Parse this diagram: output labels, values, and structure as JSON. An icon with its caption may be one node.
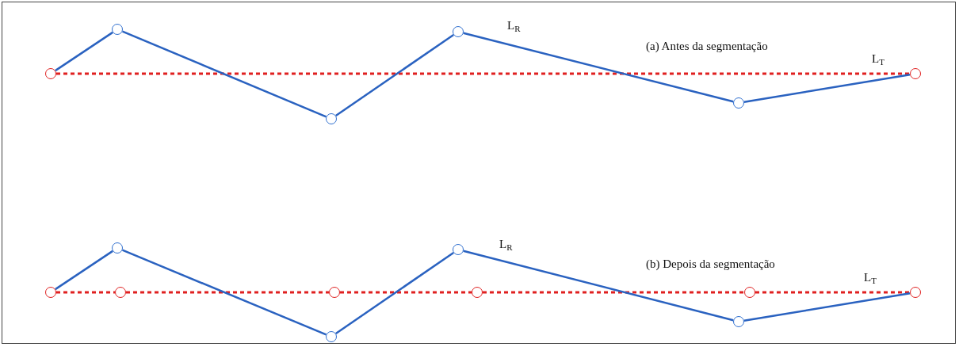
{
  "diagram": {
    "nodes": [
      {
        "text": [],
        "shape": "circle"
      },
      {
        "text": [],
        "shape": "circle"
      },
      {
        "text": [],
        "shape": "circle"
      },
      {
        "text": [],
        "shape": "circle"
      },
      {
        "text": [],
        "shape": "circle"
      },
      {
        "text": [],
        "shape": "circle"
      },
      {
        "text": [],
        "shape": "circle"
      },
      {
        "text": [],
        "shape": "circle"
      },
      {
        "text": [],
        "shape": "circle"
      },
      {
        "text": [],
        "shape": "circle"
      },
      {
        "text": [],
        "shape": "circle"
      },
      {
        "text": [],
        "shape": "circle"
      },
      {
        "text": [],
        "shape": "circle"
      },
      {
        "text": [],
        "shape": "circle"
      },
      {
        "text": [],
        "shape": "circle"
      },
      {
        "text": [],
        "shape": "circle"
      }
    ],
    "edges": [
      {
        "from": 0,
        "to": 5,
        "arrow": "none",
        "style": "dashed",
        "color": "#e02020"
      },
      {
        "from": 0,
        "to": 1,
        "arrow": "none"
      },
      {
        "from": 1,
        "to": 2,
        "arrow": "none"
      },
      {
        "from": 2,
        "to": 3,
        "arrow": "none"
      },
      {
        "from": 3,
        "to": 4,
        "arrow": "none"
      },
      {
        "from": 4,
        "to": 5,
        "arrow": "none"
      },
      {
        "from": 6,
        "to": 8,
        "arrow": "none",
        "style": "dashed",
        "color": "#e02020"
      },
      {
        "from": 8,
        "to": 10,
        "arrow": "none",
        "style": "dashed",
        "color": "#e02020"
      },
      {
        "from": 10,
        "to": 12,
        "arrow": "none",
        "style": "dashed",
        "color": "#e02020"
      },
      {
        "from": 12,
        "to": 14,
        "arrow": "none",
        "style": "dashed",
        "color": "#e02020"
      },
      {
        "from": 14,
        "to": 15,
        "arrow": "none",
        "style": "dashed",
        "color": "#e02020"
      },
      {
        "from": 6,
        "to": 7,
        "arrow": "none"
      },
      {
        "from": 7,
        "to": 9,
        "arrow": "none"
      },
      {
        "from": 9,
        "to": 11,
        "arrow": "none"
      },
      {
        "from": 11,
        "to": 13,
        "arrow": "none"
      },
      {
        "from": 13,
        "to": 15,
        "arrow": "none"
      }
    ],
    "labels": [
      "L$_{R}$",
      "(a) Antes da segmentação",
      "L$_{T}$",
      "L$_{R}$",
      "(b) Depois da segmentação",
      "L$_{T}$"
    ]
  }
}
